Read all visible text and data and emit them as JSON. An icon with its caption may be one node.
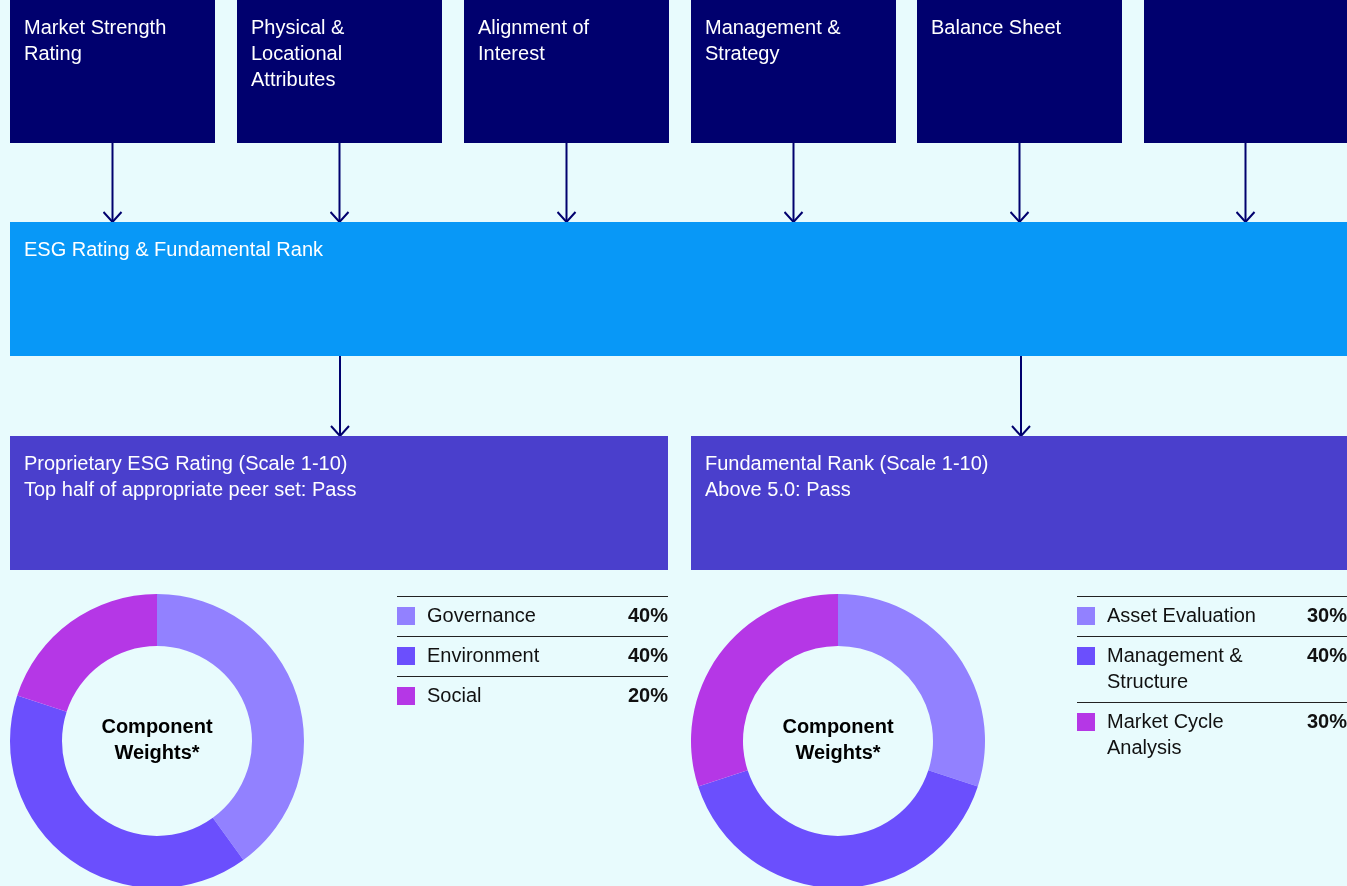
{
  "diagram": {
    "nodes": [
      {
        "text": [
          "Market Strength Rating"
        ]
      },
      {
        "text": [
          "Physical & Locational Attributes"
        ]
      },
      {
        "text": [
          "Alignment of Interest"
        ]
      },
      {
        "text": [
          "Management & Strategy"
        ]
      },
      {
        "text": [
          "Balance Sheet"
        ]
      },
      {
        "text": [],
        "shape": "box"
      },
      {
        "text": [
          "ESG Rating & Fundamental Rank"
        ]
      },
      {
        "text": [
          "Proprietary ESG Rating (Scale 1-10)",
          "Top half of appropriate peer set: Pass"
        ]
      },
      {
        "text": [
          "Fundamental Rank (Scale 1-10)",
          "Above 5.0: Pass"
        ]
      },
      {
        "text": [
          "Component Weights*"
        ]
      },
      {
        "text": [
          "Component Weights*"
        ]
      }
    ],
    "edges": [
      {
        "from": 0,
        "to": 6,
        "arrow": "to"
      },
      {
        "from": 1,
        "to": 6,
        "arrow": "to"
      },
      {
        "from": 2,
        "to": 6,
        "arrow": "to"
      },
      {
        "from": 3,
        "to": 6,
        "arrow": "to"
      },
      {
        "from": 4,
        "to": 6,
        "arrow": "to"
      },
      {
        "from": 5,
        "to": 6,
        "arrow": "to"
      },
      {
        "from": 6,
        "to": 7,
        "arrow": "to"
      },
      {
        "from": 6,
        "to": 8,
        "arrow": "to"
      }
    ],
    "labels": [
      "40%",
      "40%",
      "20%",
      "30%",
      "40%",
      "30%"
    ],
    "legend": [
      {
        "text": "Governance",
        "color": "#9281ff"
      },
      {
        "text": "Environment",
        "color": "#6b4ffd"
      },
      {
        "text": "Social",
        "color": "#b537e6"
      },
      {
        "text": "Asset Evaluation",
        "color": "#9281ff"
      },
      {
        "text": "Management & Structure",
        "color": "#6b4ffd"
      },
      {
        "text": "Market Cycle Analysis",
        "color": "#b537e6"
      }
    ]
  }
}
